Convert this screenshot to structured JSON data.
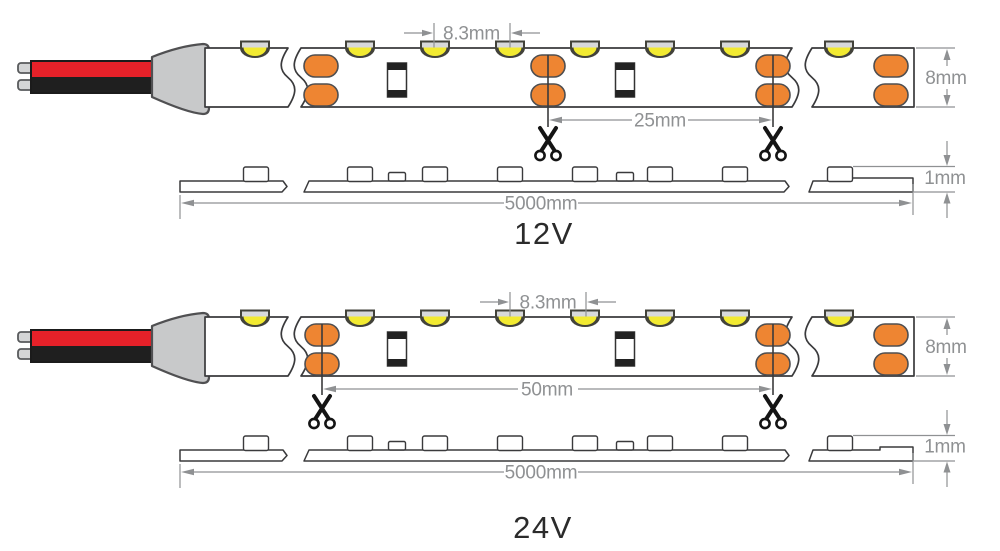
{
  "colors": {
    "pad_orange": "#EE8532",
    "led_yellow": "#F2EA31",
    "wire_red": "#E62129",
    "wire_black": "#1F1F1F",
    "connector_gray": "#C8C9CA",
    "outline": "#3A3A3C",
    "dim_gray": "#8F9193",
    "label_dark": "#2B2B2B"
  },
  "diagrams": [
    {
      "voltage": "12V",
      "led_pitch": "8.3mm",
      "cut_increment": "25mm",
      "strip_width": "8mm",
      "pcb_thickness": "1mm",
      "strip_length": "5000mm"
    },
    {
      "voltage": "24V",
      "led_pitch": "8.3mm",
      "cut_increment": "50mm",
      "strip_width": "8mm",
      "pcb_thickness": "1mm",
      "strip_length": "5000mm"
    }
  ]
}
